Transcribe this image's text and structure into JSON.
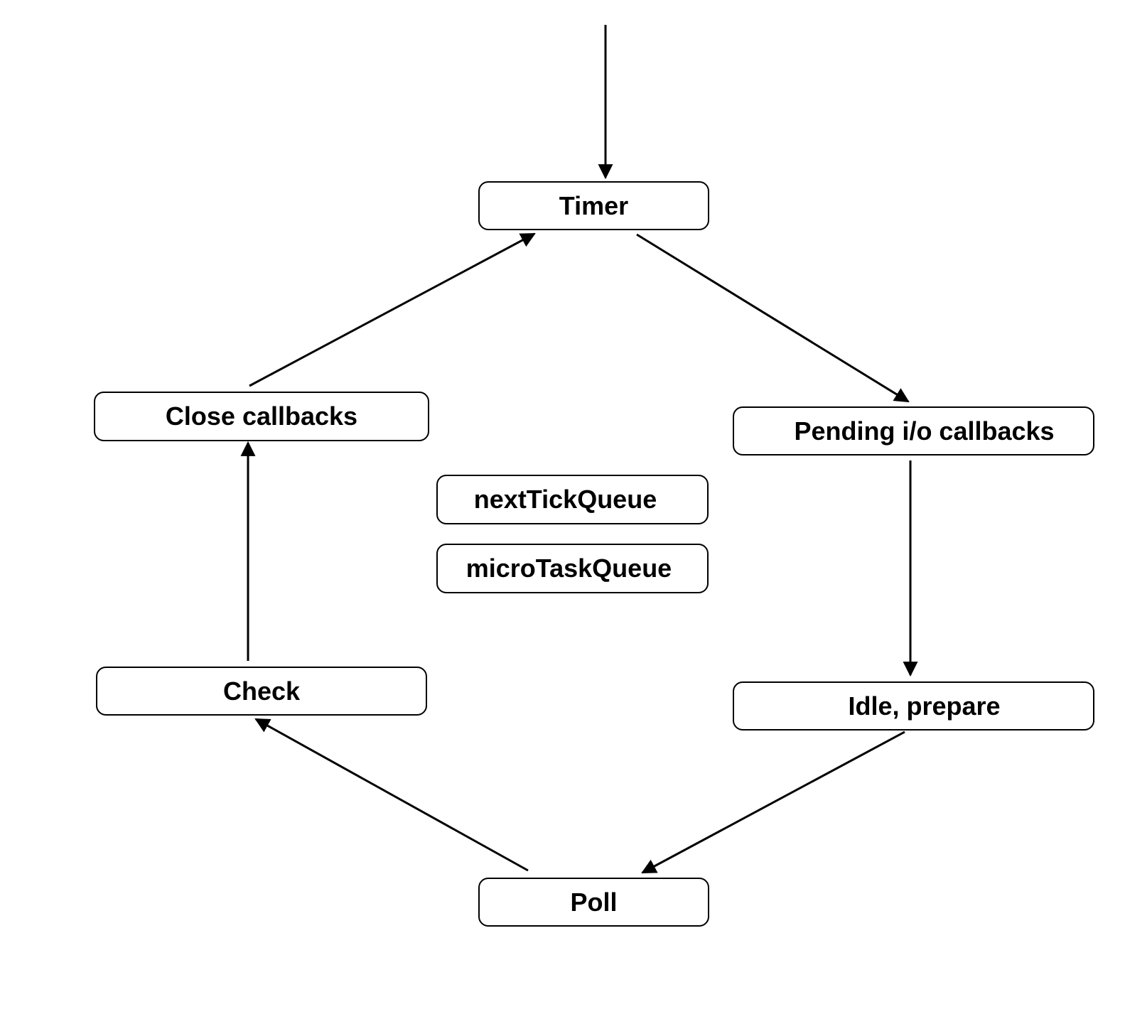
{
  "diagram": {
    "nodes": {
      "timer": "Timer",
      "pending_io_callbacks": "Pending i/o callbacks",
      "idle_prepare": "Idle, prepare",
      "poll": "Poll",
      "check": "Check",
      "close_callbacks": "Close callbacks",
      "next_tick_queue": "nextTickQueue",
      "micro_task_queue": "microTaskQueue"
    },
    "edges": [
      {
        "from": "",
        "to": "Timer"
      },
      {
        "from": "Timer",
        "to": "Pending i/o callbacks"
      },
      {
        "from": "Pending i/o callbacks",
        "to": "Idle, prepare"
      },
      {
        "from": "Idle, prepare",
        "to": "Poll"
      },
      {
        "from": "Poll",
        "to": "Check"
      },
      {
        "from": "Check",
        "to": "Close callbacks"
      },
      {
        "from": "Close callbacks",
        "to": "Timer"
      }
    ],
    "colors": {
      "stroke": "#000000",
      "background": "#ffffff"
    }
  }
}
